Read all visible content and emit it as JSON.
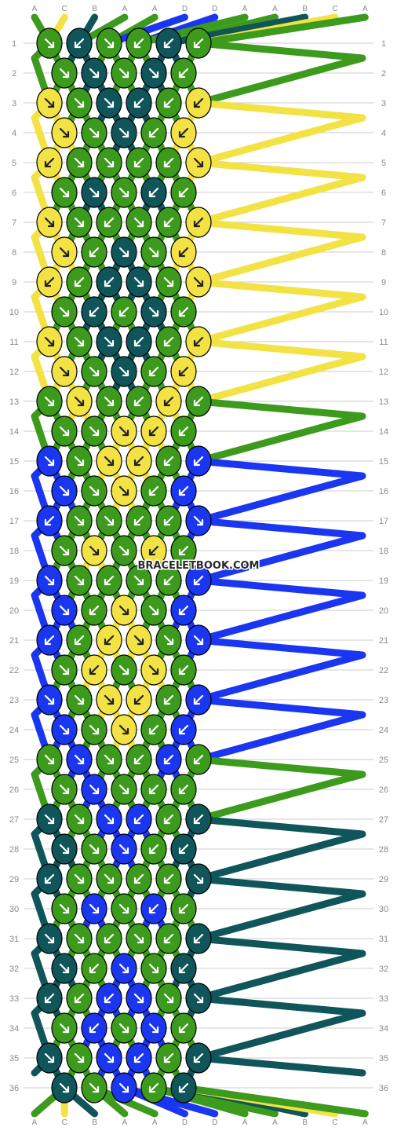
{
  "colors": {
    "A": "#3c9a1c",
    "B": "#0f555a",
    "C": "#f2e244",
    "D": "#1b36f0",
    "grid": "#cccccc",
    "label": "#8a8a8a",
    "outline": "#000000",
    "arrow": "#ffffff"
  },
  "watermark": "BRACELETBOOK.COM",
  "top_labels": [
    "A",
    "C",
    "B",
    "A",
    "A",
    "D",
    "D",
    "A",
    "A",
    "B",
    "C",
    "A"
  ],
  "bottom_labels": [
    "A",
    "C",
    "B",
    "A",
    "A",
    "D",
    "D",
    "A",
    "A",
    "B",
    "C",
    "A"
  ],
  "rows": [
    {
      "number": "1",
      "knots": [
        {
          "c": "A",
          "d": "r"
        },
        {
          "c": "B",
          "d": "l"
        },
        {
          "c": "A",
          "d": "r"
        },
        {
          "c": "A",
          "d": "l"
        },
        {
          "c": "B",
          "d": "l"
        },
        {
          "c": "A",
          "d": "l"
        }
      ]
    },
    {
      "number": "2",
      "knots": [
        {
          "c": "A",
          "d": "r"
        },
        {
          "c": "B",
          "d": "r"
        },
        {
          "c": "A",
          "d": "r"
        },
        {
          "c": "B",
          "d": "r"
        },
        {
          "c": "A",
          "d": "l"
        }
      ]
    },
    {
      "number": "3",
      "knots": [
        {
          "c": "C",
          "d": "r"
        },
        {
          "c": "A",
          "d": "r"
        },
        {
          "c": "B",
          "d": "r"
        },
        {
          "c": "B",
          "d": "l"
        },
        {
          "c": "A",
          "d": "l"
        },
        {
          "c": "C",
          "d": "l"
        }
      ]
    },
    {
      "number": "4",
      "knots": [
        {
          "c": "C",
          "d": "r"
        },
        {
          "c": "A",
          "d": "r"
        },
        {
          "c": "B",
          "d": "r"
        },
        {
          "c": "A",
          "d": "l"
        },
        {
          "c": "C",
          "d": "l"
        }
      ]
    },
    {
      "number": "5",
      "knots": [
        {
          "c": "C",
          "d": "l"
        },
        {
          "c": "A",
          "d": "r"
        },
        {
          "c": "A",
          "d": "r"
        },
        {
          "c": "A",
          "d": "l"
        },
        {
          "c": "A",
          "d": "l"
        },
        {
          "c": "C",
          "d": "r"
        }
      ]
    },
    {
      "number": "6",
      "knots": [
        {
          "c": "A",
          "d": "r"
        },
        {
          "c": "B",
          "d": "r"
        },
        {
          "c": "A",
          "d": "r"
        },
        {
          "c": "B",
          "d": "l"
        },
        {
          "c": "A",
          "d": "l"
        }
      ]
    },
    {
      "number": "7",
      "knots": [
        {
          "c": "C",
          "d": "r"
        },
        {
          "c": "A",
          "d": "r"
        },
        {
          "c": "A",
          "d": "l"
        },
        {
          "c": "A",
          "d": "r"
        },
        {
          "c": "A",
          "d": "l"
        },
        {
          "c": "C",
          "d": "l"
        }
      ]
    },
    {
      "number": "8",
      "knots": [
        {
          "c": "C",
          "d": "r"
        },
        {
          "c": "A",
          "d": "l"
        },
        {
          "c": "B",
          "d": "r"
        },
        {
          "c": "A",
          "d": "r"
        },
        {
          "c": "C",
          "d": "l"
        }
      ]
    },
    {
      "number": "9",
      "knots": [
        {
          "c": "C",
          "d": "l"
        },
        {
          "c": "A",
          "d": "l"
        },
        {
          "c": "B",
          "d": "l"
        },
        {
          "c": "B",
          "d": "r"
        },
        {
          "c": "A",
          "d": "r"
        },
        {
          "c": "C",
          "d": "r"
        }
      ]
    },
    {
      "number": "10",
      "knots": [
        {
          "c": "A",
          "d": "r"
        },
        {
          "c": "B",
          "d": "l"
        },
        {
          "c": "A",
          "d": "l"
        },
        {
          "c": "B",
          "d": "r"
        },
        {
          "c": "A",
          "d": "l"
        }
      ]
    },
    {
      "number": "11",
      "knots": [
        {
          "c": "C",
          "d": "r"
        },
        {
          "c": "A",
          "d": "r"
        },
        {
          "c": "B",
          "d": "r"
        },
        {
          "c": "B",
          "d": "l"
        },
        {
          "c": "A",
          "d": "l"
        },
        {
          "c": "C",
          "d": "l"
        }
      ]
    },
    {
      "number": "12",
      "knots": [
        {
          "c": "C",
          "d": "r"
        },
        {
          "c": "A",
          "d": "r"
        },
        {
          "c": "B",
          "d": "r"
        },
        {
          "c": "A",
          "d": "l"
        },
        {
          "c": "C",
          "d": "l"
        }
      ]
    },
    {
      "number": "13",
      "knots": [
        {
          "c": "A",
          "d": "r"
        },
        {
          "c": "C",
          "d": "r"
        },
        {
          "c": "A",
          "d": "r"
        },
        {
          "c": "A",
          "d": "l"
        },
        {
          "c": "C",
          "d": "l"
        },
        {
          "c": "A",
          "d": "l"
        }
      ]
    },
    {
      "number": "14",
      "knots": [
        {
          "c": "A",
          "d": "r"
        },
        {
          "c": "A",
          "d": "r"
        },
        {
          "c": "C",
          "d": "r"
        },
        {
          "c": "C",
          "d": "l"
        },
        {
          "c": "A",
          "d": "l"
        }
      ]
    },
    {
      "number": "15",
      "knots": [
        {
          "c": "D",
          "d": "r"
        },
        {
          "c": "A",
          "d": "r"
        },
        {
          "c": "C",
          "d": "r"
        },
        {
          "c": "C",
          "d": "l"
        },
        {
          "c": "A",
          "d": "l"
        },
        {
          "c": "D",
          "d": "l"
        }
      ]
    },
    {
      "number": "16",
      "knots": [
        {
          "c": "D",
          "d": "r"
        },
        {
          "c": "A",
          "d": "r"
        },
        {
          "c": "C",
          "d": "r"
        },
        {
          "c": "A",
          "d": "l"
        },
        {
          "c": "D",
          "d": "l"
        }
      ]
    },
    {
      "number": "17",
      "knots": [
        {
          "c": "D",
          "d": "l"
        },
        {
          "c": "A",
          "d": "r"
        },
        {
          "c": "A",
          "d": "r"
        },
        {
          "c": "A",
          "d": "l"
        },
        {
          "c": "A",
          "d": "l"
        },
        {
          "c": "D",
          "d": "r"
        }
      ]
    },
    {
      "number": "18",
      "knots": [
        {
          "c": "A",
          "d": "r"
        },
        {
          "c": "C",
          "d": "r"
        },
        {
          "c": "A",
          "d": "r"
        },
        {
          "c": "C",
          "d": "l"
        },
        {
          "c": "A",
          "d": "l"
        }
      ]
    },
    {
      "number": "19",
      "knots": [
        {
          "c": "D",
          "d": "r"
        },
        {
          "c": "A",
          "d": "r"
        },
        {
          "c": "A",
          "d": "l"
        },
        {
          "c": "A",
          "d": "r"
        },
        {
          "c": "A",
          "d": "l"
        },
        {
          "c": "D",
          "d": "l"
        }
      ]
    },
    {
      "number": "20",
      "knots": [
        {
          "c": "D",
          "d": "r"
        },
        {
          "c": "A",
          "d": "l"
        },
        {
          "c": "C",
          "d": "r"
        },
        {
          "c": "A",
          "d": "r"
        },
        {
          "c": "D",
          "d": "l"
        }
      ]
    },
    {
      "number": "21",
      "knots": [
        {
          "c": "D",
          "d": "l"
        },
        {
          "c": "A",
          "d": "l"
        },
        {
          "c": "C",
          "d": "l"
        },
        {
          "c": "C",
          "d": "r"
        },
        {
          "c": "A",
          "d": "r"
        },
        {
          "c": "D",
          "d": "r"
        }
      ]
    },
    {
      "number": "22",
      "knots": [
        {
          "c": "A",
          "d": "r"
        },
        {
          "c": "C",
          "d": "l"
        },
        {
          "c": "A",
          "d": "r"
        },
        {
          "c": "C",
          "d": "r"
        },
        {
          "c": "A",
          "d": "l"
        }
      ]
    },
    {
      "number": "23",
      "knots": [
        {
          "c": "D",
          "d": "r"
        },
        {
          "c": "A",
          "d": "r"
        },
        {
          "c": "C",
          "d": "r"
        },
        {
          "c": "C",
          "d": "l"
        },
        {
          "c": "A",
          "d": "l"
        },
        {
          "c": "D",
          "d": "l"
        }
      ]
    },
    {
      "number": "24",
      "knots": [
        {
          "c": "D",
          "d": "r"
        },
        {
          "c": "A",
          "d": "r"
        },
        {
          "c": "C",
          "d": "r"
        },
        {
          "c": "A",
          "d": "l"
        },
        {
          "c": "D",
          "d": "l"
        }
      ]
    },
    {
      "number": "25",
      "knots": [
        {
          "c": "A",
          "d": "r"
        },
        {
          "c": "D",
          "d": "r"
        },
        {
          "c": "A",
          "d": "r"
        },
        {
          "c": "A",
          "d": "l"
        },
        {
          "c": "D",
          "d": "l"
        },
        {
          "c": "A",
          "d": "l"
        }
      ]
    },
    {
      "number": "26",
      "knots": [
        {
          "c": "A",
          "d": "r"
        },
        {
          "c": "D",
          "d": "r"
        },
        {
          "c": "A",
          "d": "r"
        },
        {
          "c": "A",
          "d": "l"
        },
        {
          "c": "A",
          "d": "l"
        }
      ]
    },
    {
      "number": "27",
      "knots": [
        {
          "c": "B",
          "d": "r"
        },
        {
          "c": "A",
          "d": "r"
        },
        {
          "c": "D",
          "d": "r"
        },
        {
          "c": "D",
          "d": "l"
        },
        {
          "c": "A",
          "d": "l"
        },
        {
          "c": "B",
          "d": "l"
        }
      ]
    },
    {
      "number": "28",
      "knots": [
        {
          "c": "B",
          "d": "r"
        },
        {
          "c": "A",
          "d": "r"
        },
        {
          "c": "D",
          "d": "r"
        },
        {
          "c": "A",
          "d": "l"
        },
        {
          "c": "B",
          "d": "l"
        }
      ]
    },
    {
      "number": "29",
      "knots": [
        {
          "c": "B",
          "d": "l"
        },
        {
          "c": "A",
          "d": "r"
        },
        {
          "c": "A",
          "d": "r"
        },
        {
          "c": "A",
          "d": "l"
        },
        {
          "c": "A",
          "d": "l"
        },
        {
          "c": "B",
          "d": "r"
        }
      ]
    },
    {
      "number": "30",
      "knots": [
        {
          "c": "A",
          "d": "r"
        },
        {
          "c": "D",
          "d": "r"
        },
        {
          "c": "A",
          "d": "r"
        },
        {
          "c": "D",
          "d": "l"
        },
        {
          "c": "A",
          "d": "l"
        }
      ]
    },
    {
      "number": "31",
      "knots": [
        {
          "c": "B",
          "d": "r"
        },
        {
          "c": "A",
          "d": "r"
        },
        {
          "c": "A",
          "d": "l"
        },
        {
          "c": "A",
          "d": "r"
        },
        {
          "c": "A",
          "d": "l"
        },
        {
          "c": "B",
          "d": "l"
        }
      ]
    },
    {
      "number": "32",
      "knots": [
        {
          "c": "B",
          "d": "r"
        },
        {
          "c": "A",
          "d": "l"
        },
        {
          "c": "D",
          "d": "r"
        },
        {
          "c": "A",
          "d": "r"
        },
        {
          "c": "B",
          "d": "l"
        }
      ]
    },
    {
      "number": "33",
      "knots": [
        {
          "c": "B",
          "d": "l"
        },
        {
          "c": "A",
          "d": "l"
        },
        {
          "c": "D",
          "d": "l"
        },
        {
          "c": "D",
          "d": "r"
        },
        {
          "c": "A",
          "d": "r"
        },
        {
          "c": "B",
          "d": "r"
        }
      ]
    },
    {
      "number": "34",
      "knots": [
        {
          "c": "A",
          "d": "r"
        },
        {
          "c": "D",
          "d": "l"
        },
        {
          "c": "A",
          "d": "r"
        },
        {
          "c": "D",
          "d": "r"
        },
        {
          "c": "A",
          "d": "l"
        }
      ]
    },
    {
      "number": "35",
      "knots": [
        {
          "c": "B",
          "d": "r"
        },
        {
          "c": "A",
          "d": "r"
        },
        {
          "c": "D",
          "d": "r"
        },
        {
          "c": "D",
          "d": "l"
        },
        {
          "c": "A",
          "d": "l"
        },
        {
          "c": "B",
          "d": "l"
        }
      ]
    },
    {
      "number": "36",
      "knots": [
        {
          "c": "B",
          "d": "r"
        },
        {
          "c": "A",
          "d": "r"
        },
        {
          "c": "D",
          "d": "r"
        },
        {
          "c": "A",
          "d": "l"
        },
        {
          "c": "B",
          "d": "l"
        }
      ]
    }
  ]
}
